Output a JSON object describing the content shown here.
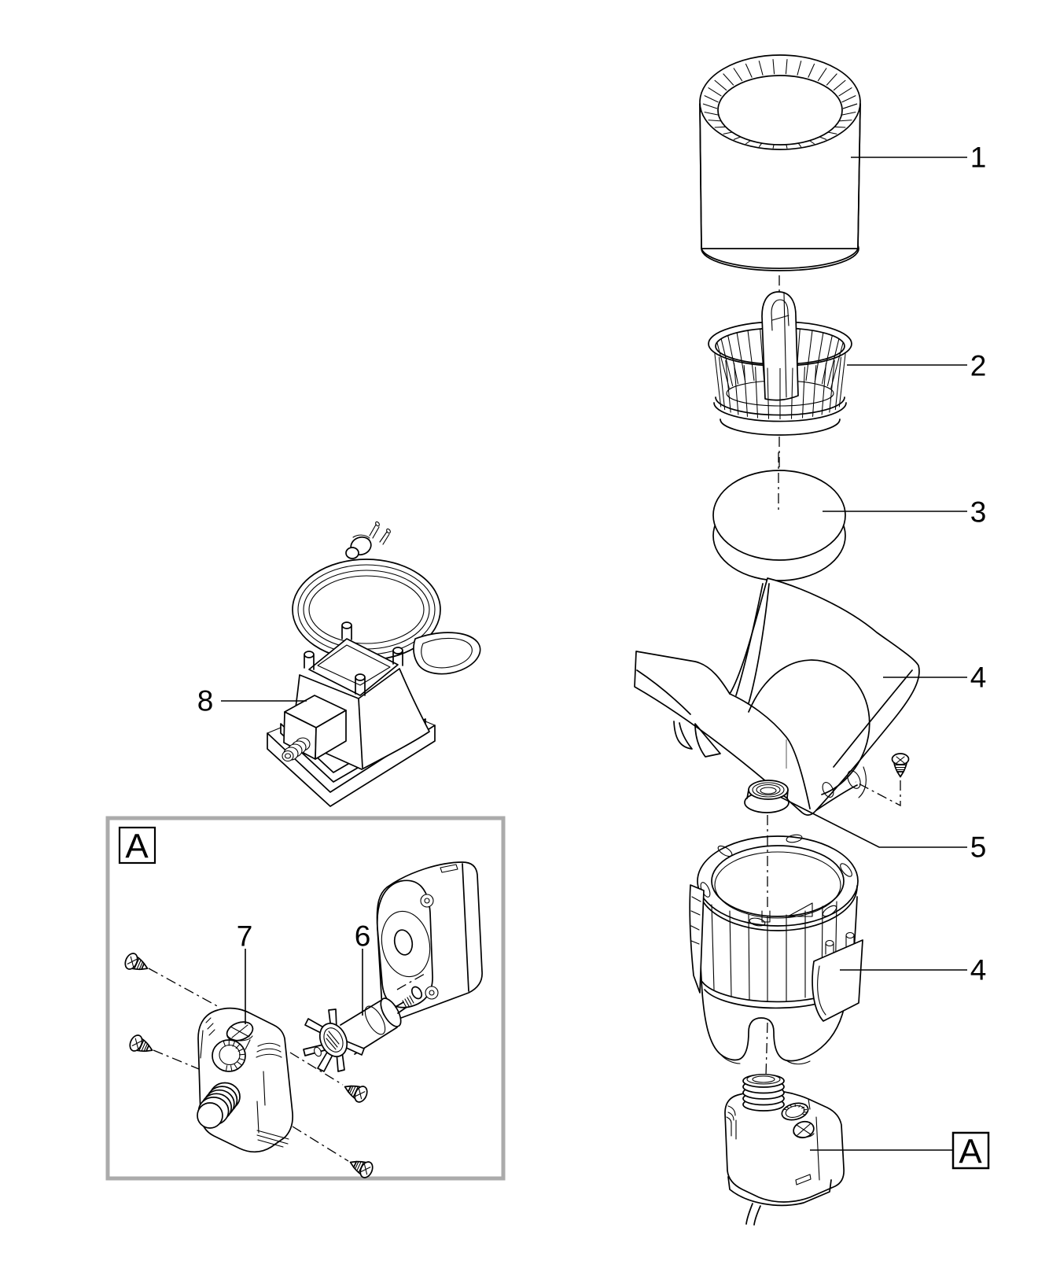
{
  "figure": {
    "background": "#ffffff",
    "line_color": "#000000",
    "frame_color": "#ababab"
  },
  "callouts": {
    "part1": {
      "label": "1"
    },
    "part2": {
      "label": "2"
    },
    "part3": {
      "label": "3"
    },
    "part4_upper": {
      "label": "4"
    },
    "part5": {
      "label": "5"
    },
    "part4_lower": {
      "label": "4"
    },
    "part6": {
      "label": "6"
    },
    "part7": {
      "label": "7"
    },
    "part8": {
      "label": "8"
    }
  },
  "detail_view": {
    "frame_label": "A",
    "reference_label": "A"
  }
}
